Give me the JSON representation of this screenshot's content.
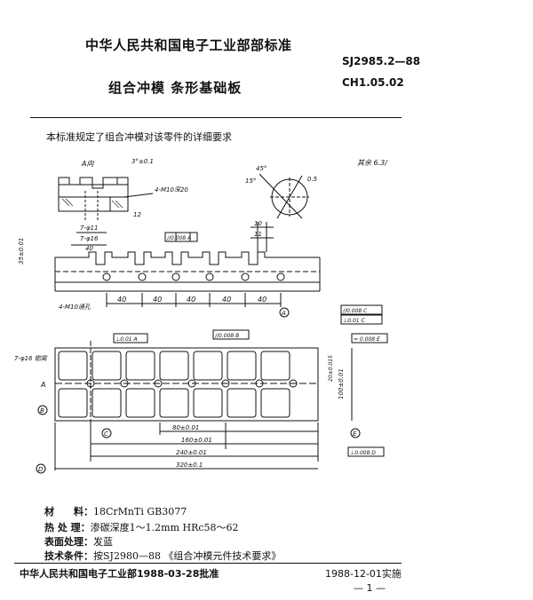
{
  "header": {
    "org_title": "中华人民共和国电子工业部部标准",
    "doc_title": "组合冲模  条形基础板",
    "std_number": "SJ2985.2—88",
    "std_code": "CH1.05.02"
  },
  "scope_text": "本标准规定了组合冲模对该零件的详细要求",
  "drawing": {
    "section_label": "A向",
    "roughness_rest": "其余 6.3/",
    "angle_15": "15°",
    "angle_45": "45°",
    "chamfer_05": "0.5",
    "tap_note": "4-M10深20",
    "hole_note": "7-φ16",
    "hole_note_2": "7-φ11",
    "hole_note_3": "7-φ16 锪窝",
    "note_43": "4-M10通孔",
    "gd_flat_1": "//0.008 A",
    "gd_flat_2": "//0.008 B",
    "gd_perp": "⊥0.01 A",
    "gd_r1": "//0.008 C",
    "gd_r2": "⊥0.01 C",
    "gd_b1": "= 0.008 E",
    "gd_b2": "⊥0.008 D",
    "dim_12": "12",
    "dim_40_top": "40",
    "dim_10": "10",
    "dim_11": "11",
    "pitch": [
      "40",
      "40",
      "40",
      "40",
      "40"
    ],
    "dim_80": "80±0.01",
    "dim_160": "160±0.01",
    "dim_240": "240±0.01",
    "dim_320": "320±0.1",
    "dim_100": "100±0.01",
    "dim_20": "20±0.015",
    "dim_side": "35±0.01",
    "datums": [
      "A",
      "B",
      "C",
      "D",
      "E"
    ]
  },
  "meta": [
    {
      "key": "材　　料：",
      "value": "18CrMnTi GB3077"
    },
    {
      "key": "热 处 理：",
      "value": "渗碳深度1～1.2mm HRc58～62"
    },
    {
      "key": "表面处理：",
      "value": "发蓝"
    },
    {
      "key": "技术条件：",
      "value": "按SJ2980—88 《组合冲模元件技术要求》"
    }
  ],
  "footer": {
    "approve": "中华人民共和国电子工业部1988-03-28批准",
    "implement": "1988-12-01实施",
    "page_no": "— 1 —"
  }
}
